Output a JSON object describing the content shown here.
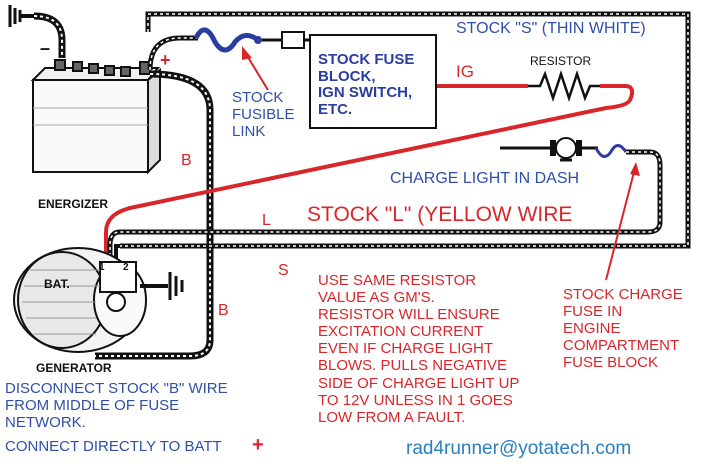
{
  "labels": {
    "stock_s": "STOCK \"S\" (THIN WHITE)",
    "resistor": "RESISTOR",
    "ig": "IG",
    "fuse_block": "STOCK FUSE\nBLOCK,\nIGN SWITCH,\nETC.",
    "fusible_link": "STOCK\nFUSIBLE\nLINK",
    "plus": "+",
    "minus": "–",
    "energizer": "ENERGIZER",
    "generator": "GENERATOR",
    "bat": "BAT.",
    "terminal_1": "1",
    "terminal_2": "2",
    "b_upper": "B",
    "b_lower": "B",
    "l": "L",
    "s": "S",
    "charge_light": "CHARGE LIGHT IN DASH",
    "stock_l": "STOCK \"L\" (YELLOW WIRE",
    "note": "USE SAME RESISTOR\nVALUE AS GM'S.\nRESISTOR WILL ENSURE\nEXCITATION CURRENT\nEVEN IF CHARGE LIGHT\nBLOWS. PULLS NEGATIVE\nSIDE OF CHARGE LIGHT UP\nTO 12V UNLESS IN 1 GOES\nLOW FROM A FAULT.",
    "charge_fuse": "STOCK CHARGE\nFUSE IN\nENGINE\nCOMPARTMENT\nFUSE BLOCK",
    "disconnect": "DISCONNECT STOCK \"B\" WIRE\nFROM MIDDLE OF FUSE\nNETWORK.",
    "connect": "CONNECT DIRECTLY TO BATT",
    "connect_plus": "+",
    "email": "rad4runner@yotatech.com"
  },
  "colors": {
    "wire_black": "#111111",
    "wire_red": "#d8262b",
    "fuse_blue": "#2a3da0",
    "label_blue": "#2f4fa8",
    "label_red": "#d8262b"
  }
}
